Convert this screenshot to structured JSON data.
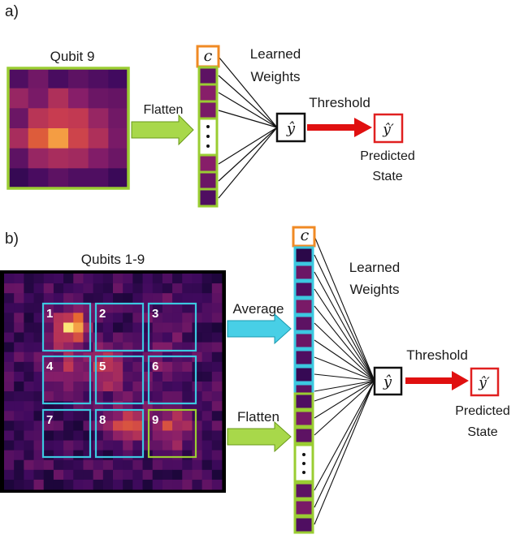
{
  "panel_a": {
    "tag": "a)",
    "input_title": "Qubit 9",
    "flatten_label": "Flatten",
    "bias_symbol": "c",
    "weights_label_1": "Learned",
    "weights_label_2": "Weights",
    "output_symbol": "ŷ",
    "threshold_label": "Threshold",
    "prediction_symbol": "ŷ′",
    "predicted_label_1": "Predicted",
    "predicted_label_2": "State"
  },
  "panel_b": {
    "tag": "b)",
    "input_title": "Qubits 1-9",
    "average_label": "Average",
    "flatten_label": "Flatten",
    "bias_symbol": "c",
    "weights_label_1": "Learned",
    "weights_label_2": "Weights",
    "output_symbol": "ŷ",
    "threshold_label": "Threshold",
    "prediction_symbol": "ŷ′",
    "predicted_label_1": "Predicted",
    "predicted_label_2": "State",
    "qubit_numbers": [
      "1",
      "2",
      "3",
      "4",
      "5",
      "6",
      "7",
      "8",
      "9"
    ]
  },
  "colors": {
    "bias_border": "#f08a24",
    "flatten_border": "#9acd32",
    "average_border": "#3cc8e0",
    "threshold_arrow": "#e01010",
    "prediction_border": "#e02020"
  }
}
